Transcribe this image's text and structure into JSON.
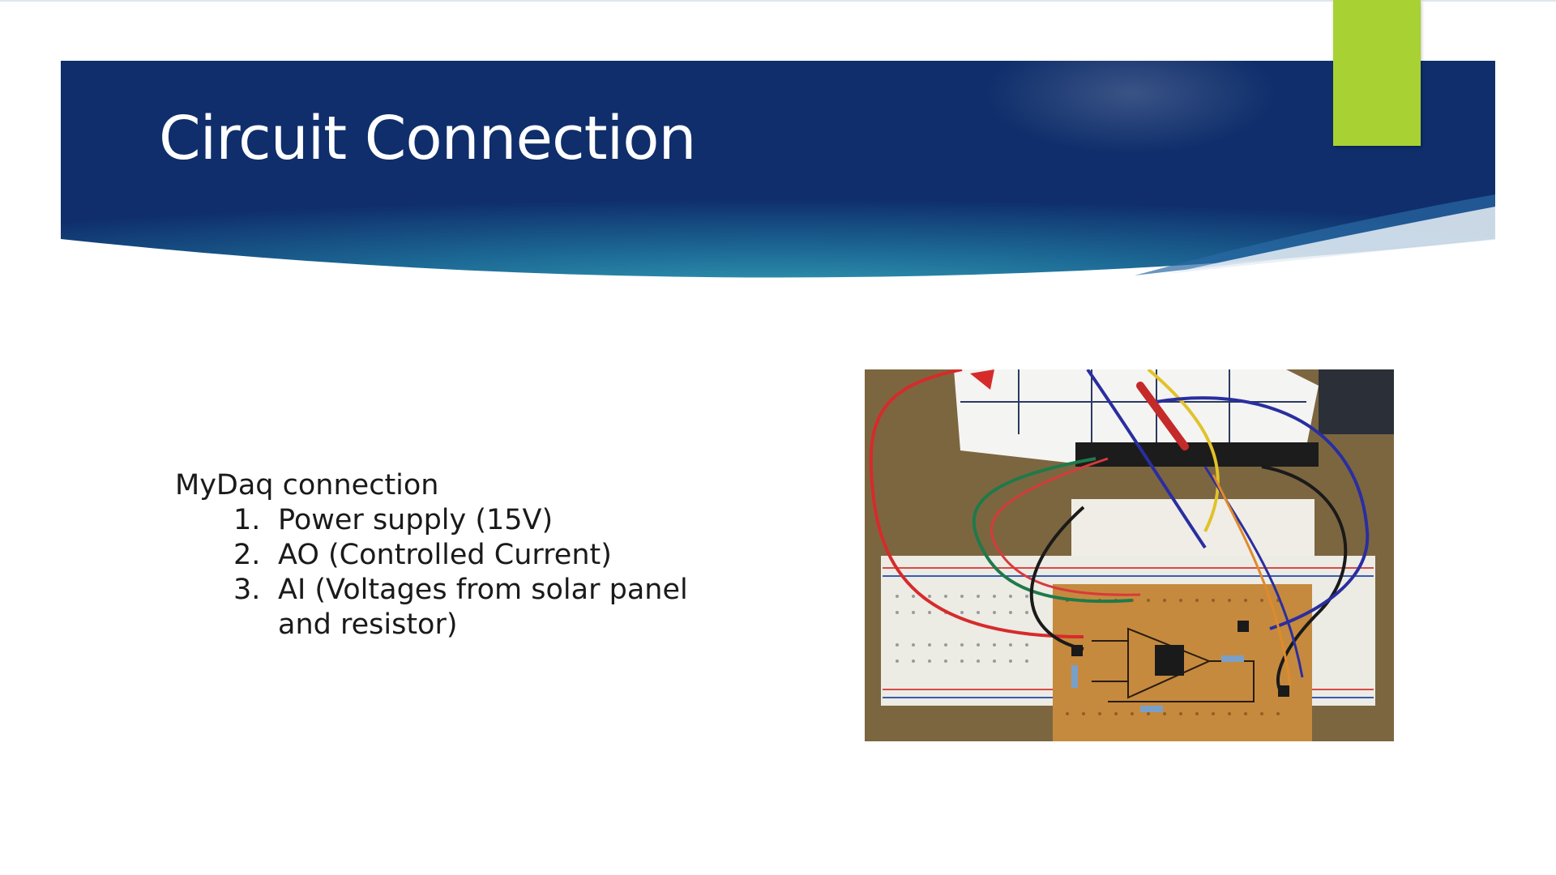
{
  "slide": {
    "title": "Circuit Connection",
    "colors": {
      "banner_dark": "#0f2e6b",
      "banner_mid": "#1a5f93",
      "banner_light": "#2d8fae",
      "accent": "#a8d134",
      "text": "#1a1a1a"
    },
    "body": {
      "lead": "MyDaq connection",
      "items": [
        {
          "num": "1.",
          "text": "Power supply (15V)"
        },
        {
          "num": "2.",
          "text": "AO (Controlled Current)"
        },
        {
          "num": "3.",
          "text": "AI (Voltages from solar panel and resistor)"
        }
      ]
    },
    "photo": {
      "icon": "circuit-photo-icon"
    }
  }
}
